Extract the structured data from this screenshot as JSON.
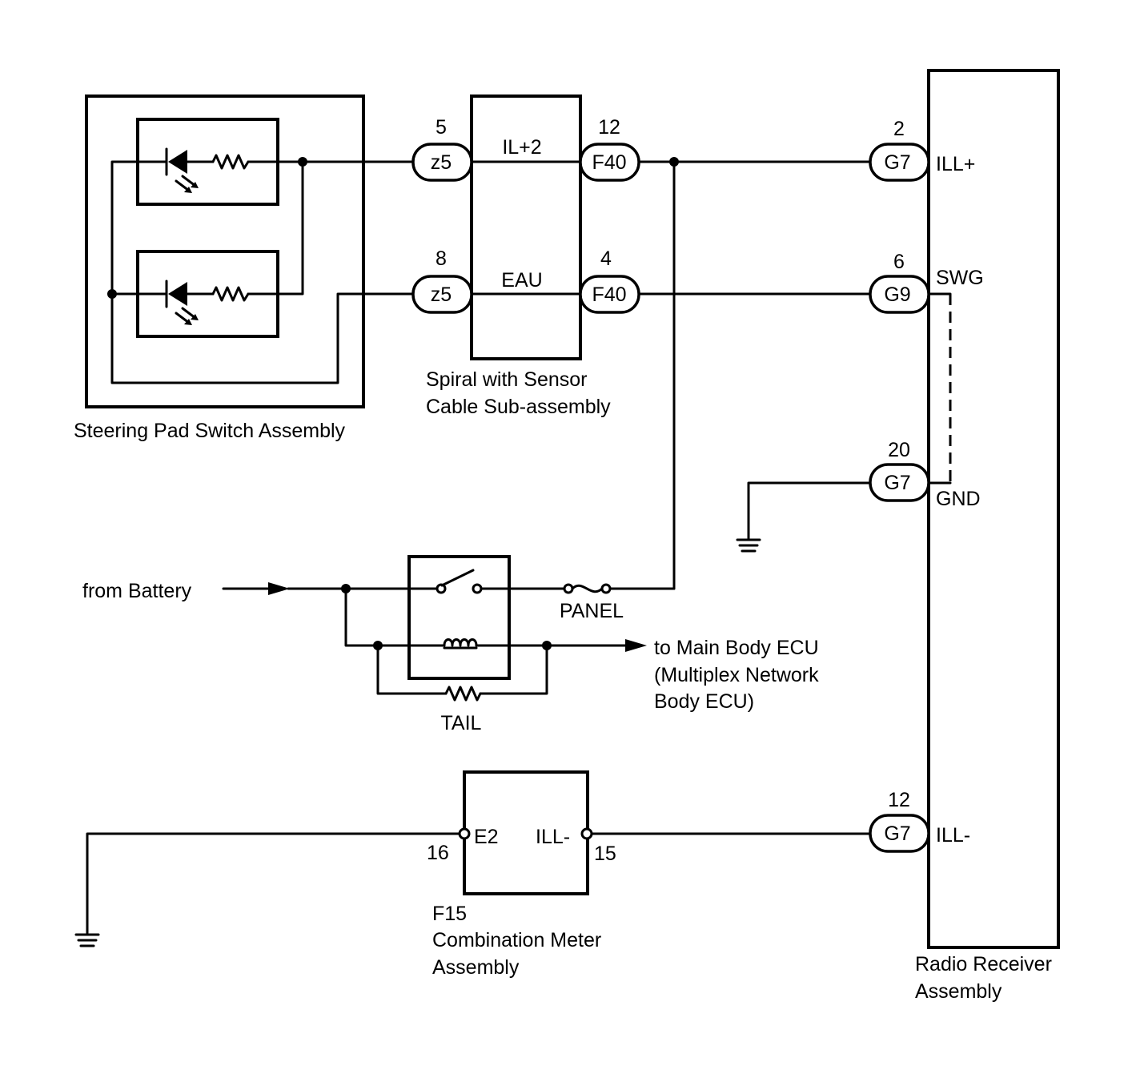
{
  "components": {
    "steering_pad": "Steering Pad Switch Assembly",
    "spiral_line1": "Spiral with Sensor",
    "spiral_line2": "Cable Sub-assembly",
    "radio_line1": "Radio Receiver",
    "radio_line2": "Assembly",
    "meter_code": "F15",
    "meter_line1": "Combination Meter",
    "meter_line2": "Assembly"
  },
  "connectors": {
    "z5_top": "z5",
    "z5_bot": "z5",
    "f40_top": "F40",
    "f40_bot": "F40",
    "g7_top": "G7",
    "g9": "G9",
    "g7_gnd": "G7",
    "g7_ill": "G7"
  },
  "pins": {
    "z5_top": "5",
    "z5_bot": "8",
    "f40_top": "12",
    "f40_bot": "4",
    "g7_top": "2",
    "g9": "6",
    "g7_gnd": "20",
    "g7_ill": "12",
    "meter_e2": "16",
    "meter_ill": "15"
  },
  "signals": {
    "il2": "IL+2",
    "eau": "EAU",
    "ill_plus": "ILL+",
    "swg": "SWG",
    "gnd": "GND",
    "ill_minus": "ILL-",
    "e2": "E2",
    "meter_ill": "ILL-"
  },
  "misc": {
    "from_battery": "from Battery",
    "panel": "PANEL",
    "tail": "TAIL",
    "ecu_line1": "to Main Body ECU",
    "ecu_line2": "(Multiplex Network",
    "ecu_line3": "Body ECU)"
  }
}
